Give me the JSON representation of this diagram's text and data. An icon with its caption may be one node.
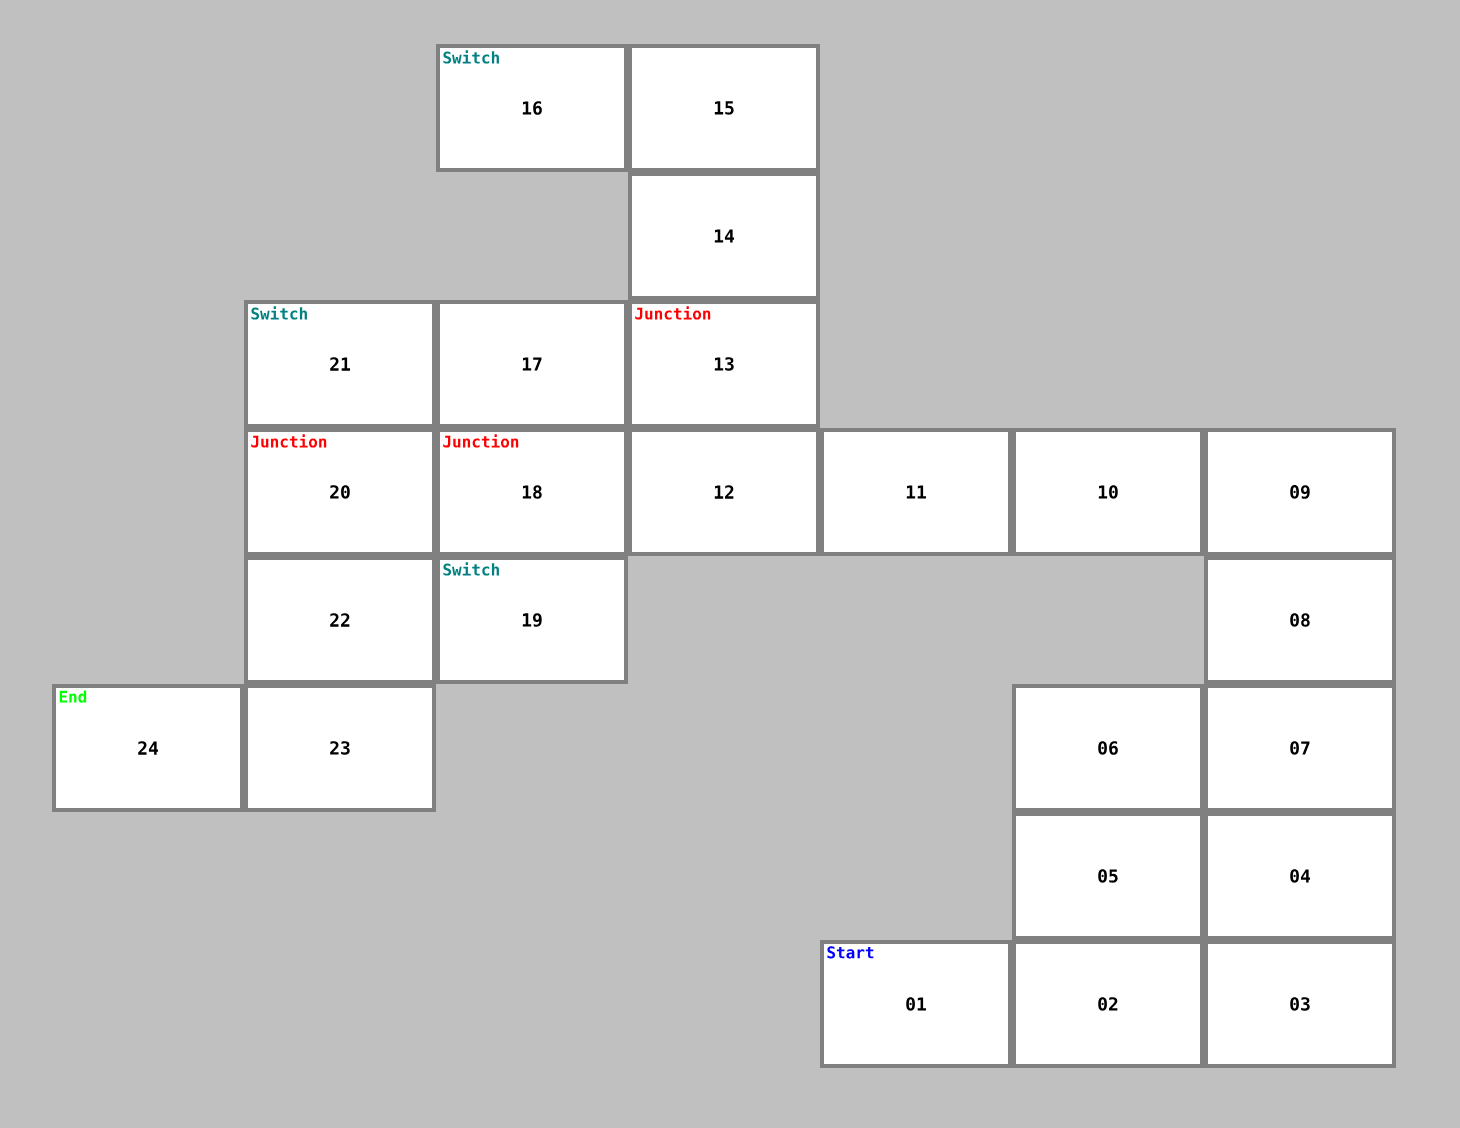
{
  "diagram": {
    "nodes": [
      {
        "text": [
          "Switch",
          "16"
        ]
      },
      {
        "text": [
          "15"
        ]
      },
      {
        "text": [
          "14"
        ]
      },
      {
        "text": [
          "Switch",
          "21"
        ]
      },
      {
        "text": [
          "17"
        ]
      },
      {
        "text": [
          "Junction",
          "13"
        ]
      },
      {
        "text": [
          "Junction",
          "20"
        ]
      },
      {
        "text": [
          "Junction",
          "18"
        ]
      },
      {
        "text": [
          "12"
        ]
      },
      {
        "text": [
          "11"
        ]
      },
      {
        "text": [
          "10"
        ]
      },
      {
        "text": [
          "09"
        ]
      },
      {
        "text": [
          "22"
        ]
      },
      {
        "text": [
          "Switch",
          "19"
        ]
      },
      {
        "text": [
          "08"
        ]
      },
      {
        "text": [
          "End",
          "24"
        ]
      },
      {
        "text": [
          "23"
        ]
      },
      {
        "text": [
          "06"
        ]
      },
      {
        "text": [
          "07"
        ]
      },
      {
        "text": [
          "05"
        ]
      },
      {
        "text": [
          "04"
        ]
      },
      {
        "text": [
          "Start",
          "01"
        ]
      },
      {
        "text": [
          "02"
        ]
      },
      {
        "text": [
          "03"
        ]
      }
    ]
  }
}
